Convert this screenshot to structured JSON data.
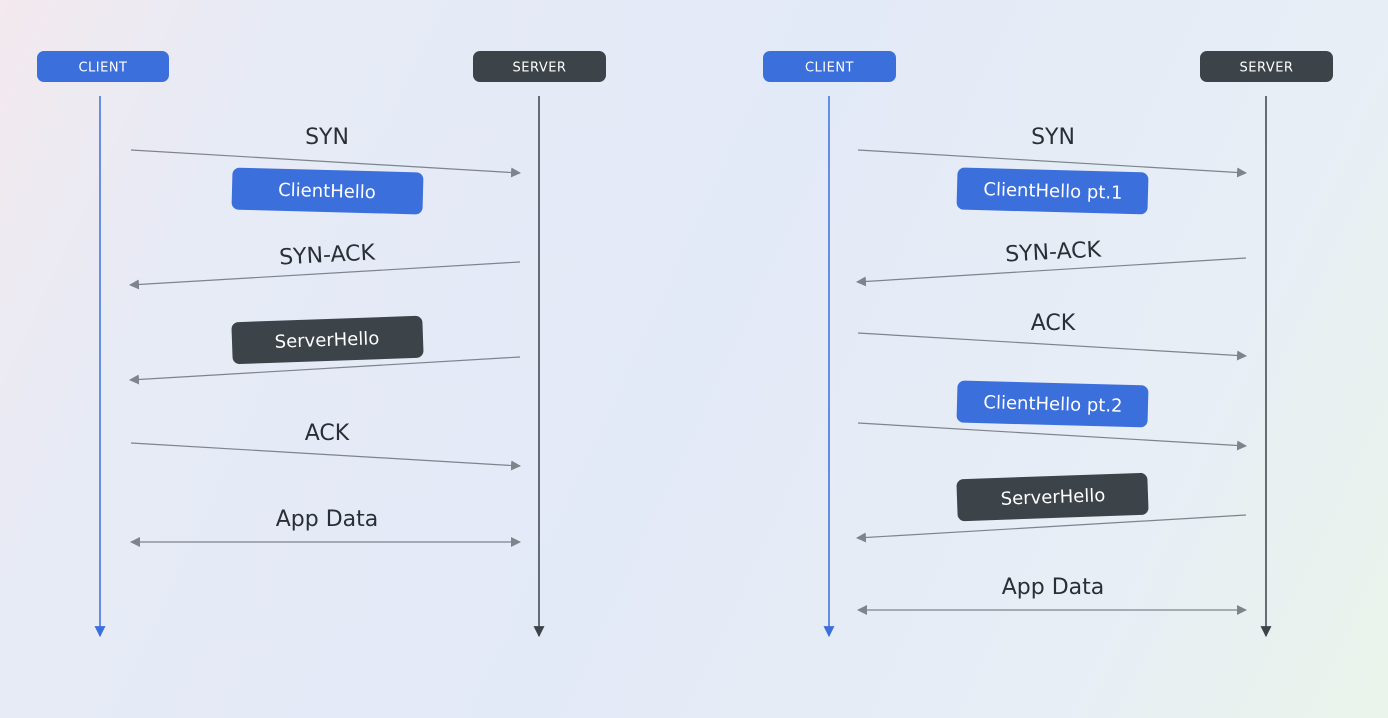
{
  "palette": {
    "client": "#3b6fdc",
    "server": "#3c4349",
    "arrow": "#7d848c",
    "text": "#2a2f36"
  },
  "left": {
    "client_label": "CLIENT",
    "server_label": "SERVER",
    "syn": "SYN",
    "client_hello": "ClientHello",
    "syn_ack": "SYN-ACK",
    "server_hello": "ServerHello",
    "ack": "ACK",
    "app_data": "App Data"
  },
  "right": {
    "client_label": "CLIENT",
    "server_label": "SERVER",
    "syn": "SYN",
    "client_hello_pt1": "ClientHello pt.1",
    "syn_ack": "SYN-ACK",
    "ack": "ACK",
    "client_hello_pt2": "ClientHello pt.2",
    "server_hello": "ServerHello",
    "app_data": "App Data"
  }
}
